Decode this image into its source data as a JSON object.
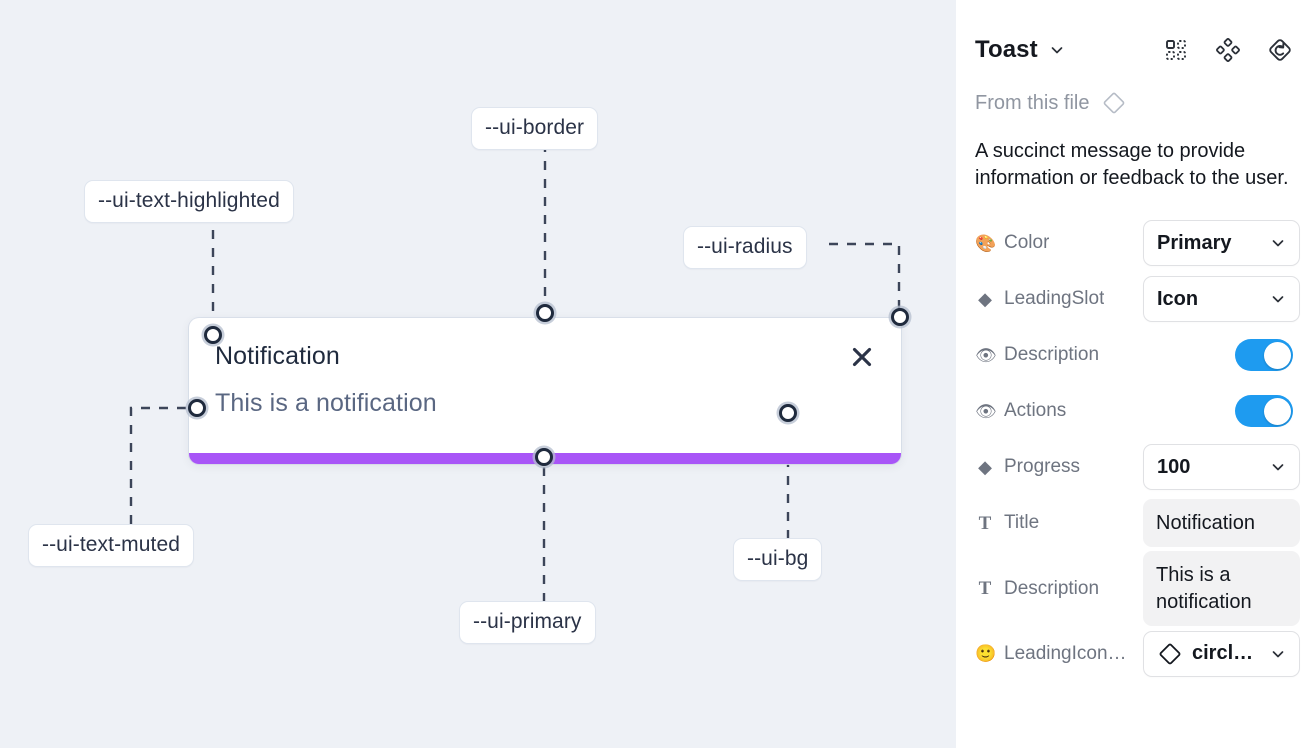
{
  "canvas": {
    "background_color": "#eef1f6",
    "tokens": [
      {
        "id": "ui-border",
        "label": "--ui-border"
      },
      {
        "id": "ui-text-highlighted",
        "label": "--ui-text-highlighted"
      },
      {
        "id": "ui-radius",
        "label": "--ui-radius"
      },
      {
        "id": "ui-text-muted",
        "label": "--ui-text-muted"
      },
      {
        "id": "ui-primary",
        "label": "--ui-primary"
      },
      {
        "id": "ui-bg",
        "label": "--ui-bg"
      }
    ]
  },
  "toast": {
    "title": "Notification",
    "description": "This is a notification",
    "close_icon": "close-icon",
    "progress_color": "#a855f7",
    "progress_value": 100
  },
  "panel": {
    "title": "Toast",
    "title_chevron_icon": "chevron-down-icon",
    "header_icons": [
      {
        "name": "component-grid-icon"
      },
      {
        "name": "variant-cluster-icon"
      },
      {
        "name": "reset-diamond-icon"
      }
    ],
    "from_this_file": {
      "label": "From this file",
      "icon": "diamond-icon"
    },
    "description": "A succinct message to provide information or feedback to the user.",
    "properties": [
      {
        "icon": "palette-emoji",
        "icon_glyph": "🎨",
        "label": "Color",
        "control": "select",
        "value": "Primary"
      },
      {
        "icon": "diamond-glyph",
        "icon_glyph": "◆",
        "label": "LeadingSlot",
        "control": "select",
        "value": "Icon"
      },
      {
        "icon": "eye-emoji",
        "icon_glyph": "👁",
        "label": "Description",
        "control": "toggle",
        "value": "on"
      },
      {
        "icon": "eye-emoji",
        "icon_glyph": "👁",
        "label": "Actions",
        "control": "toggle",
        "value": "on"
      },
      {
        "icon": "diamond-glyph",
        "icon_glyph": "◆",
        "label": "Progress",
        "control": "select",
        "value": "100"
      },
      {
        "icon": "text-t-glyph",
        "icon_glyph": "T",
        "label": "Title",
        "control": "text",
        "value": "Notification"
      },
      {
        "icon": "text-t-glyph",
        "icon_glyph": "T",
        "label": "Description",
        "control": "text",
        "value": "This is a notification"
      },
      {
        "icon": "smiley-emoji",
        "icon_glyph": "🙂",
        "label": "LeadingIcon…",
        "control": "icon-select",
        "value": "circle…"
      }
    ],
    "colors": {
      "toggle_on": "#1e9bf0",
      "field_bg": "#f2f2f3",
      "border": "#e0e1e4"
    }
  }
}
